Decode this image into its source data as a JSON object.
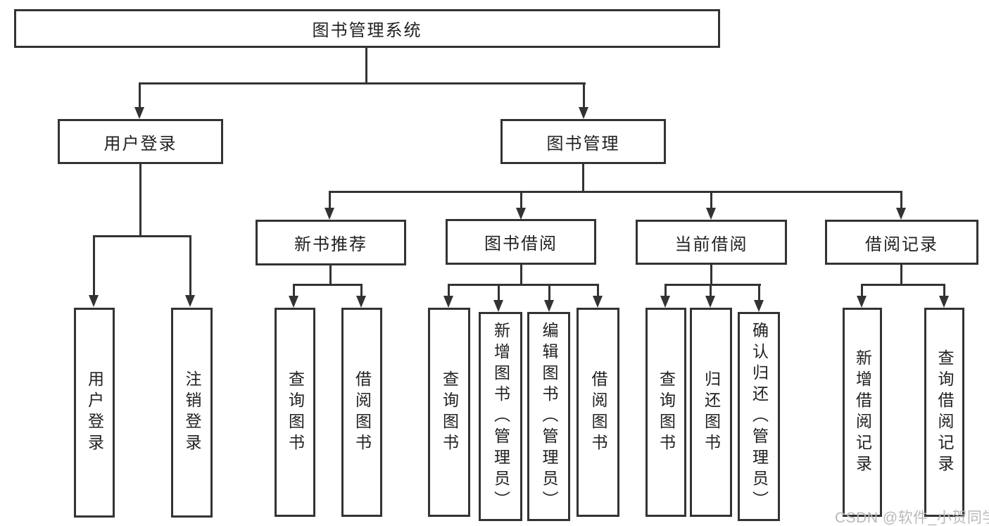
{
  "diagram": {
    "title": "图书管理系统",
    "root": {
      "label": "图书管理系统"
    },
    "level2": [
      {
        "label": "用户登录"
      },
      {
        "label": "图书管理"
      }
    ],
    "level3": [
      {
        "label": "新书推荐"
      },
      {
        "label": "图书借阅"
      },
      {
        "label": "当前借阅"
      },
      {
        "label": "借阅记录"
      }
    ],
    "leaves": {
      "user_login": [
        "用户登录",
        "注销登录"
      ],
      "new_book_rec": [
        "查询图书",
        "借阅图书"
      ],
      "book_borrow": [
        "查询图书",
        "新增图书（管理员）",
        "编辑图书（管理员）",
        "借阅图书"
      ],
      "current_borrow": [
        "查询图书",
        "归还图书",
        "确认归还（管理员）"
      ],
      "borrow_record": [
        "新增借阅记录",
        "查询借阅记录"
      ]
    }
  },
  "watermark": {
    "text": "CSDN @软件_小贺同学"
  },
  "colors": {
    "line": "#333333",
    "text": "#212121",
    "background": "#ffffff",
    "watermark": "#b9b9b9"
  }
}
